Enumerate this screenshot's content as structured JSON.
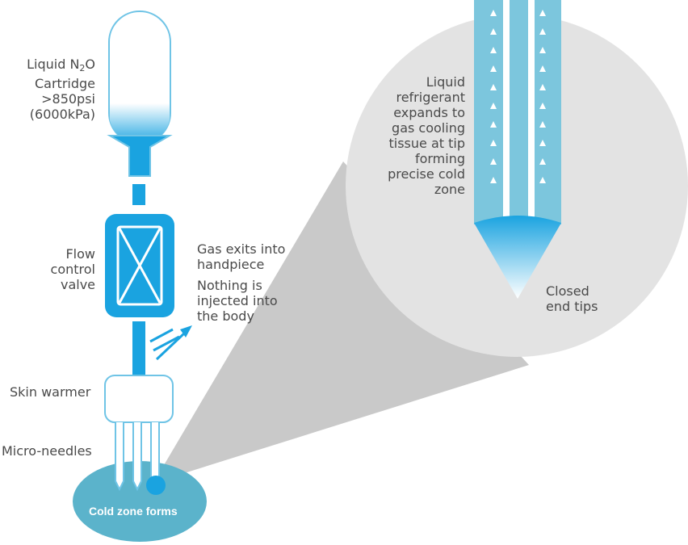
{
  "labels": {
    "cartridge": {
      "line1_prefix": "Liquid N",
      "line1_sub": "2",
      "line1_suffix": "O",
      "line2": "Cartridge",
      "line3": ">850psi",
      "line4": "(6000kPa)"
    },
    "valve": [
      "Flow",
      "control",
      "valve"
    ],
    "gas_exit": [
      "Gas exits into",
      "handpiece"
    ],
    "nothing_injected": [
      "Nothing is",
      "injected into",
      "the body"
    ],
    "skin_warmer": "Skin warmer",
    "micro_needles": "Micro-needles",
    "cold_zone": "Cold zone forms",
    "refrigerant": [
      "Liquid",
      "refrigerant",
      "expands to",
      "gas cooling",
      "tissue at tip",
      "forming",
      "precise cold",
      "zone"
    ],
    "closed_tips": [
      "Closed",
      "end tips"
    ]
  },
  "colors": {
    "primary_blue": "#1aa3e0",
    "light_blue": "#7cc6dd",
    "zone_blue": "#5bb3cb",
    "circle_grey": "#e3e3e3",
    "cone_grey": "#c9c9c9",
    "outline_blue": "#6fc4e6",
    "text": "#4a4a4a"
  }
}
